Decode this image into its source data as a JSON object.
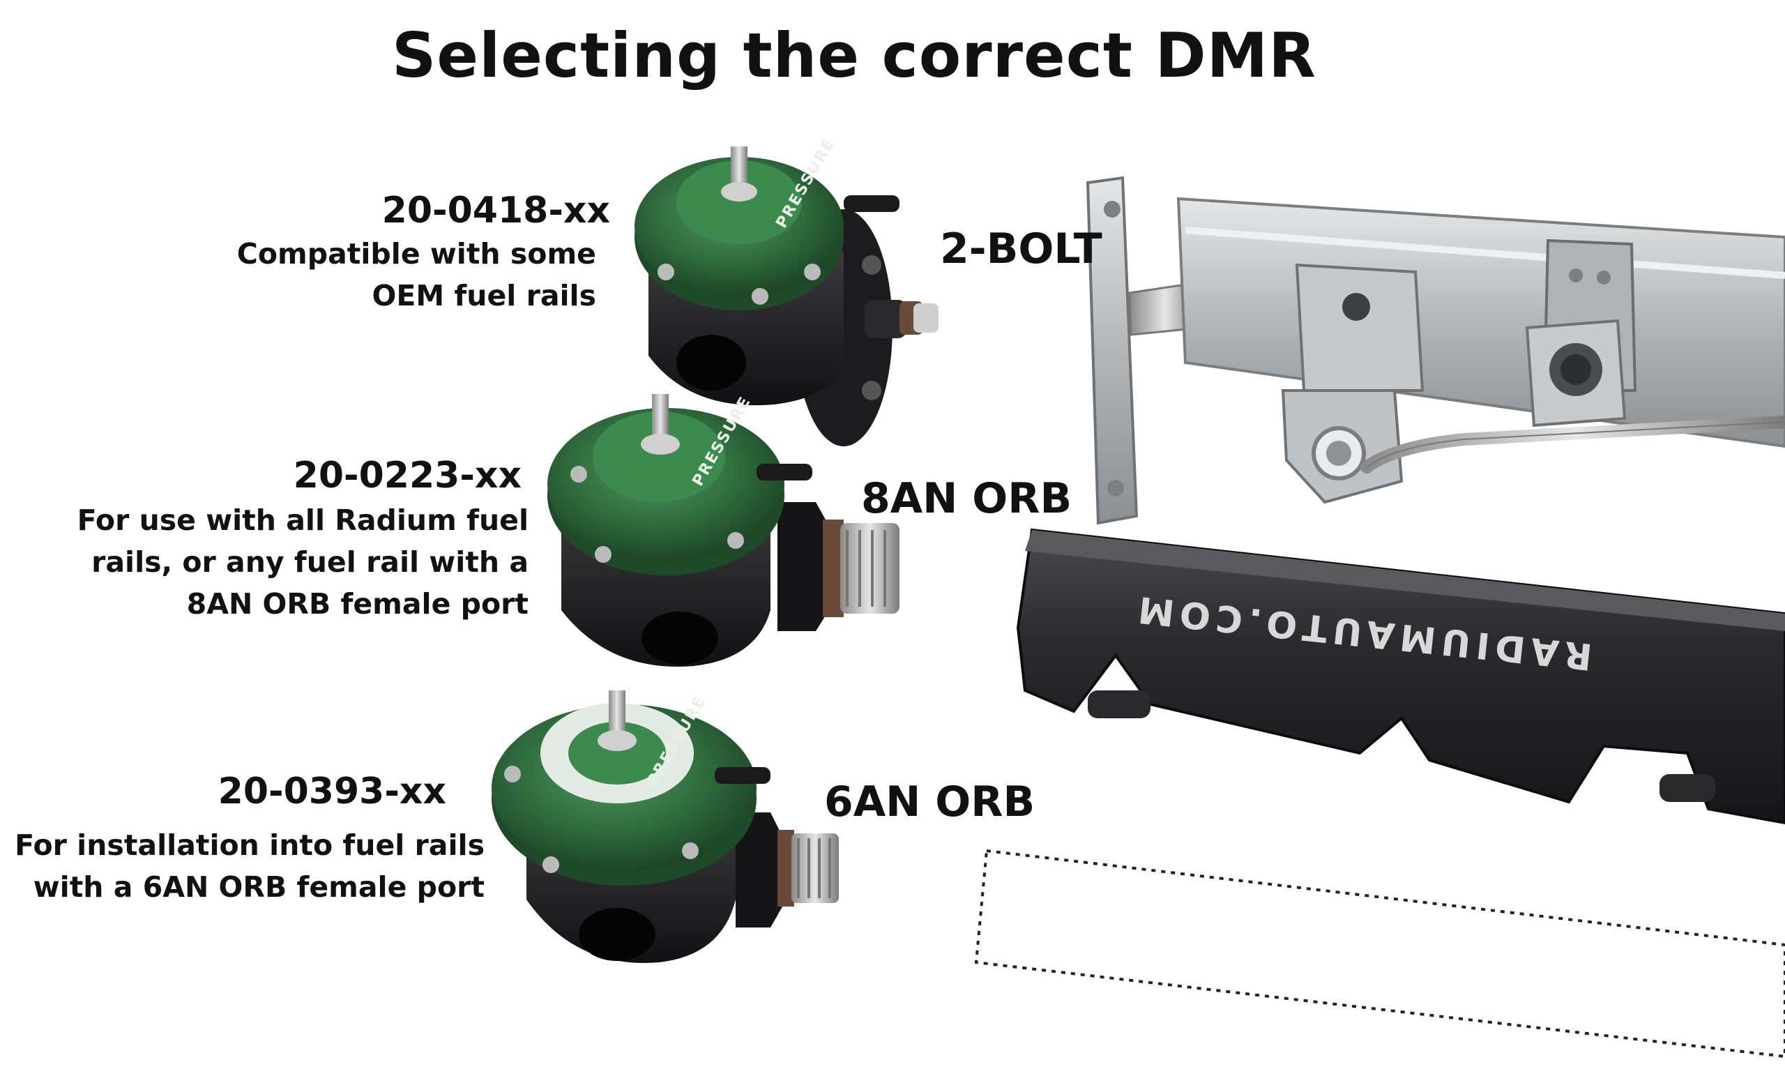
{
  "title": "Selecting the correct DMR",
  "regulators": [
    {
      "part_number": "20-0418-xx",
      "description": [
        "Compatible with some",
        "OEM fuel rails"
      ],
      "port_label": "2-BOLT"
    },
    {
      "part_number": "20-0223-xx",
      "description": [
        "For use with all Radium fuel",
        "rails, or any fuel rail with a",
        "8AN ORB female port"
      ],
      "port_label": "8AN ORB"
    },
    {
      "part_number": "20-0393-xx",
      "description": [
        "For installation into fuel rails",
        "with a 6AN ORB female port"
      ],
      "port_label": "6AN ORB"
    }
  ],
  "rail_branding": "RADIUMAUTO.COM",
  "regulator_marking": "PRESSURE",
  "colors": {
    "regulator_green": "#2f6b3d",
    "body_black": "#1c1c1e",
    "oem_rail_silver": "#b9bcbe",
    "text": "#111111"
  }
}
